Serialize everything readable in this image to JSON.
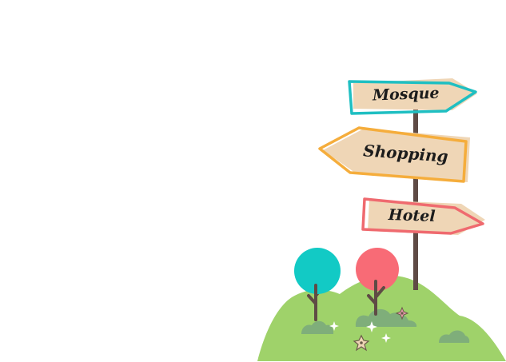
{
  "signpost": {
    "signs": [
      {
        "label": "Mosque",
        "direction": "right",
        "border_color": "#1fbfc2"
      },
      {
        "label": "Shopping",
        "direction": "left",
        "border_color": "#f5ad3c"
      },
      {
        "label": "Hotel",
        "direction": "right",
        "border_color": "#ef6a6f"
      }
    ],
    "board_color": "#efd6b6",
    "pole_color": "#5f4b45"
  },
  "scenery": {
    "hill_color": "#9fd26a",
    "bush_color": "#7fae7a",
    "tree_left_color": "#12cac5",
    "tree_right_color": "#f86b76",
    "icons": [
      "tree-icon",
      "flower-icon",
      "bush-icon",
      "hill-icon",
      "signpost-icon"
    ]
  }
}
